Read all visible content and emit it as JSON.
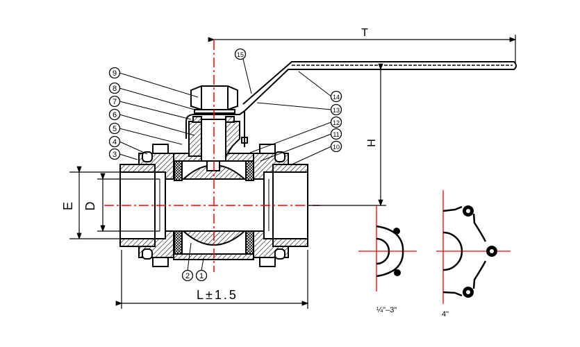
{
  "dimensions": {
    "T": "T",
    "H": "H",
    "E": "E",
    "D": "D",
    "L": "L±1.5"
  },
  "callouts": [
    "1",
    "2",
    "3",
    "4",
    "5",
    "6",
    "7",
    "8",
    "9",
    "10",
    "11",
    "12",
    "13",
    "14",
    "15"
  ],
  "end_views": {
    "small": "¼\"–3\"",
    "large": "4\""
  },
  "colors": {
    "line": "#000000",
    "centerline": "#ff0000"
  }
}
